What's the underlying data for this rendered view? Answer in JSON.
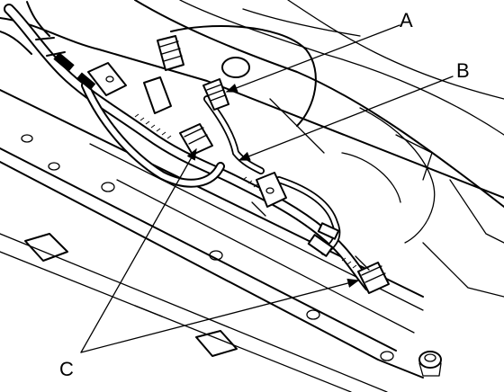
{
  "callouts": {
    "a": {
      "text": "A"
    },
    "b": {
      "text": "B"
    },
    "c": {
      "text": "C"
    }
  },
  "colors": {
    "ink": "#000000",
    "paper": "#ffffff"
  }
}
